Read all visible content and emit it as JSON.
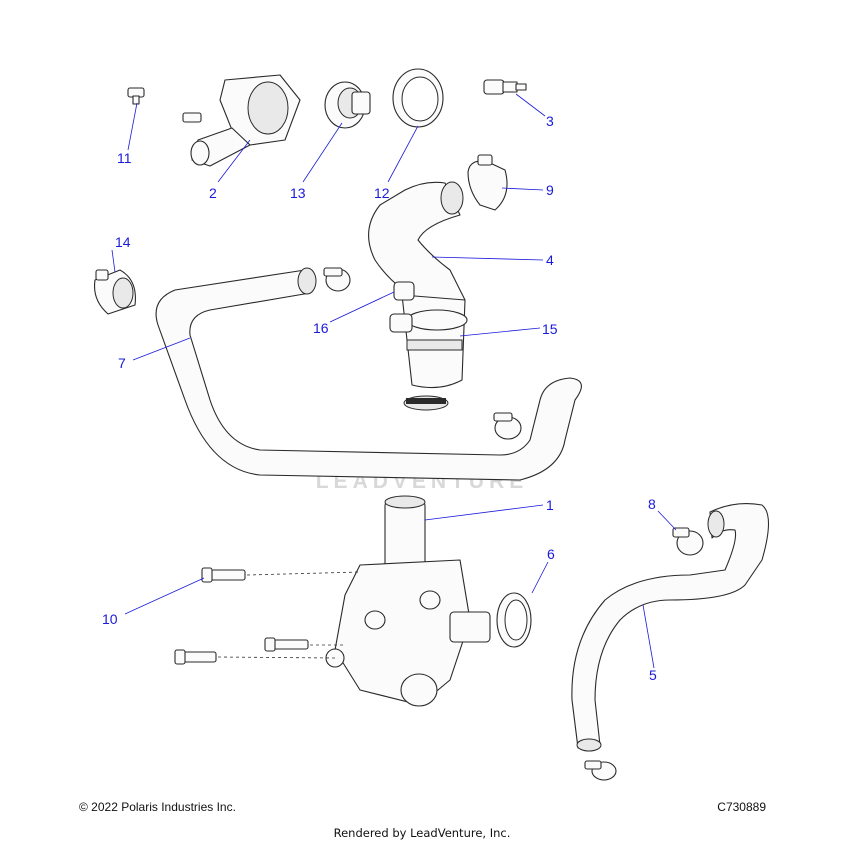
{
  "callouts": [
    {
      "id": "1",
      "label": "1"
    },
    {
      "id": "2",
      "label": "2"
    },
    {
      "id": "3",
      "label": "3"
    },
    {
      "id": "4",
      "label": "4"
    },
    {
      "id": "5",
      "label": "5"
    },
    {
      "id": "6",
      "label": "6"
    },
    {
      "id": "7",
      "label": "7"
    },
    {
      "id": "8",
      "label": "8"
    },
    {
      "id": "9",
      "label": "9"
    },
    {
      "id": "10",
      "label": "10"
    },
    {
      "id": "11",
      "label": "11"
    },
    {
      "id": "12",
      "label": "12"
    },
    {
      "id": "13",
      "label": "13"
    },
    {
      "id": "14",
      "label": "14"
    },
    {
      "id": "15",
      "label": "15"
    },
    {
      "id": "16",
      "label": "16"
    }
  ],
  "watermark": "LEADVENTURE",
  "footer": {
    "copyright": "© 2022 Polaris Industries Inc.",
    "diagram_code": "C730889",
    "rendered_by": "Rendered by LeadVenture, Inc."
  },
  "colors": {
    "callout": "#1a1adb",
    "line_art": "#2a2a2a"
  }
}
